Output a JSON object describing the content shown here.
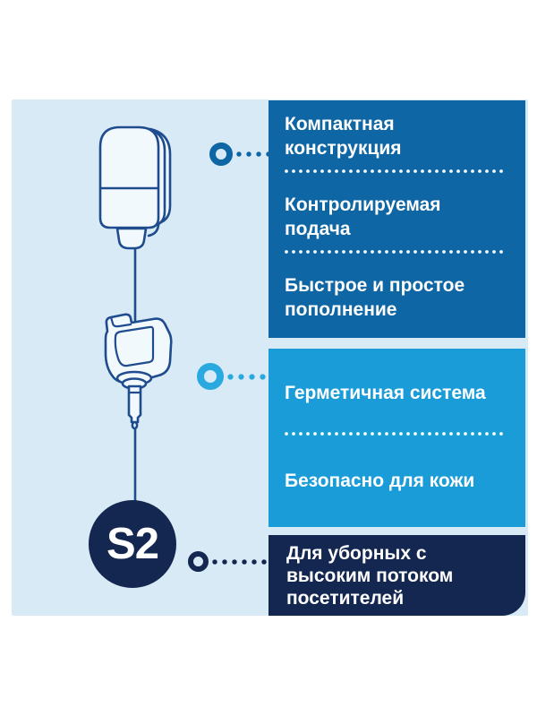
{
  "badge": {
    "label": "S2"
  },
  "panels": {
    "top": {
      "features": [
        "Компактная\nконструкция",
        "Контролируемая\nподача",
        "Быстрое и простое\nпополнение"
      ]
    },
    "middle": {
      "features": [
        "Герметичная система",
        "Безопасно для кожи"
      ]
    },
    "bottom": {
      "features": [
        "Для уборных с\nвысоким потоком\nпосетителей"
      ]
    }
  },
  "icons": {
    "illustration_top": "soap-dispenser-line-art",
    "illustration_middle": "refill-bottle-with-pump-line-art",
    "bullet": "ring-bullet-icon"
  },
  "colors": {
    "page_bg": "#ffffff",
    "panel_bg": "#d8eaf6",
    "feature_blue": "#0e66a4",
    "feature_cyan": "#199cd8",
    "feature_navy": "#132750",
    "outline_navy": "#1e4c8e",
    "connector_cyan": "#2aa9e0",
    "text_white": "#ffffff"
  }
}
